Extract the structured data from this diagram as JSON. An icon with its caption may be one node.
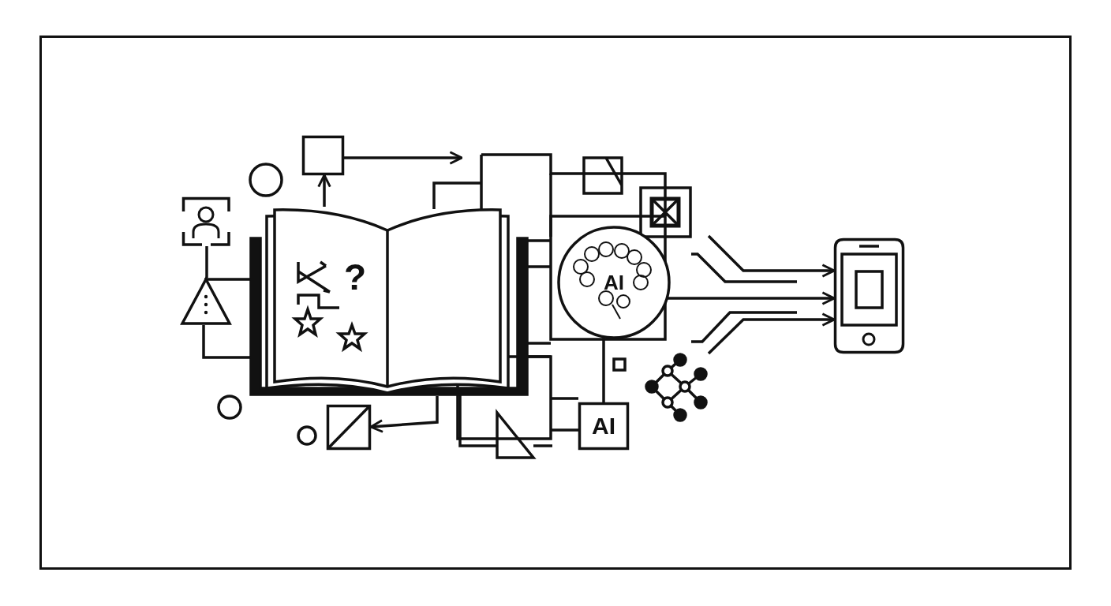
{
  "diagram": {
    "nodes": [
      {
        "text": [],
        "shape": "book"
      },
      {
        "text": [],
        "shape": "box"
      },
      {
        "text": [
          "AI"
        ]
      },
      {
        "text": [
          "AI"
        ]
      },
      {
        "text": [],
        "shape": "phone"
      },
      {
        "text": [],
        "shape": "box"
      },
      {
        "text": [],
        "shape": "person"
      },
      {
        "text": [],
        "shape": "triangle"
      }
    ],
    "edges": [
      {
        "from": 0,
        "to": 1,
        "arrow": "to"
      },
      {
        "from": 1,
        "to": null,
        "arrow": "to"
      },
      {
        "from": 0,
        "to": 5,
        "arrow": "to"
      },
      {
        "from": 2,
        "to": 3,
        "arrow": "none"
      },
      {
        "from": null,
        "to": 4,
        "arrow": "to"
      },
      {
        "from": 2,
        "to": 4,
        "arrow": "to"
      },
      {
        "from": null,
        "to": 4,
        "arrow": "to"
      },
      {
        "from": 6,
        "to": 7,
        "arrow": "none"
      },
      {
        "from": 7,
        "to": 0,
        "arrow": "none"
      },
      {
        "from": 7,
        "to": 0,
        "arrow": "none"
      }
    ],
    "labels": [
      "?"
    ]
  }
}
